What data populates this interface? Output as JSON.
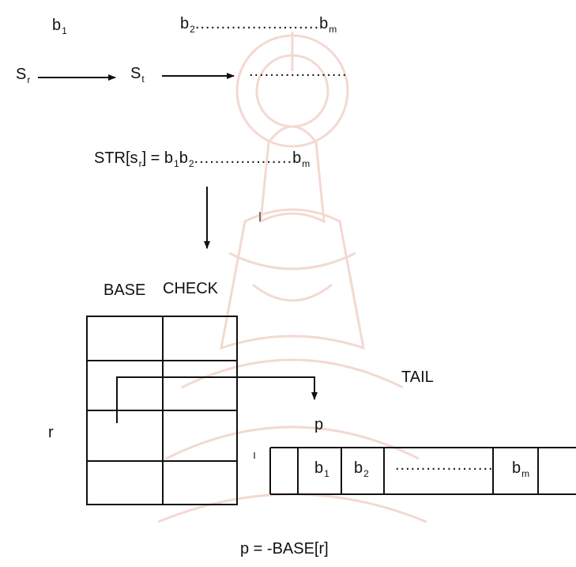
{
  "top_row": {
    "b1": {
      "base": "b",
      "sub": "1"
    },
    "b2": {
      "base": "b",
      "sub": "2"
    },
    "dots": "........................",
    "bm": {
      "base": "b",
      "sub": "m"
    }
  },
  "transition": {
    "sr": {
      "base": "S",
      "sub": "r"
    },
    "st": {
      "base": "S",
      "sub": "t"
    },
    "dots": "..................."
  },
  "str_line": {
    "prefix": "STR[s",
    "sub_r": "r",
    "mid": "] = b",
    "sub_1": "1",
    "b": "b",
    "sub_2": "2",
    "dots": "...................",
    "b_end": "b",
    "sub_m": "m"
  },
  "table": {
    "col_headers": [
      "BASE",
      "CHECK"
    ],
    "row_label": "r"
  },
  "tail": {
    "title": "TAIL",
    "pointer_label": "p",
    "cells": [
      {
        "base": "",
        "sub": ""
      },
      {
        "base": "b",
        "sub": "1"
      },
      {
        "base": "b",
        "sub": "2"
      },
      {
        "base": "...................",
        "sub": ""
      },
      {
        "base": "b",
        "sub": "m"
      },
      {
        "base": "",
        "sub": ""
      }
    ]
  },
  "formula": "p = -BASE[r]"
}
